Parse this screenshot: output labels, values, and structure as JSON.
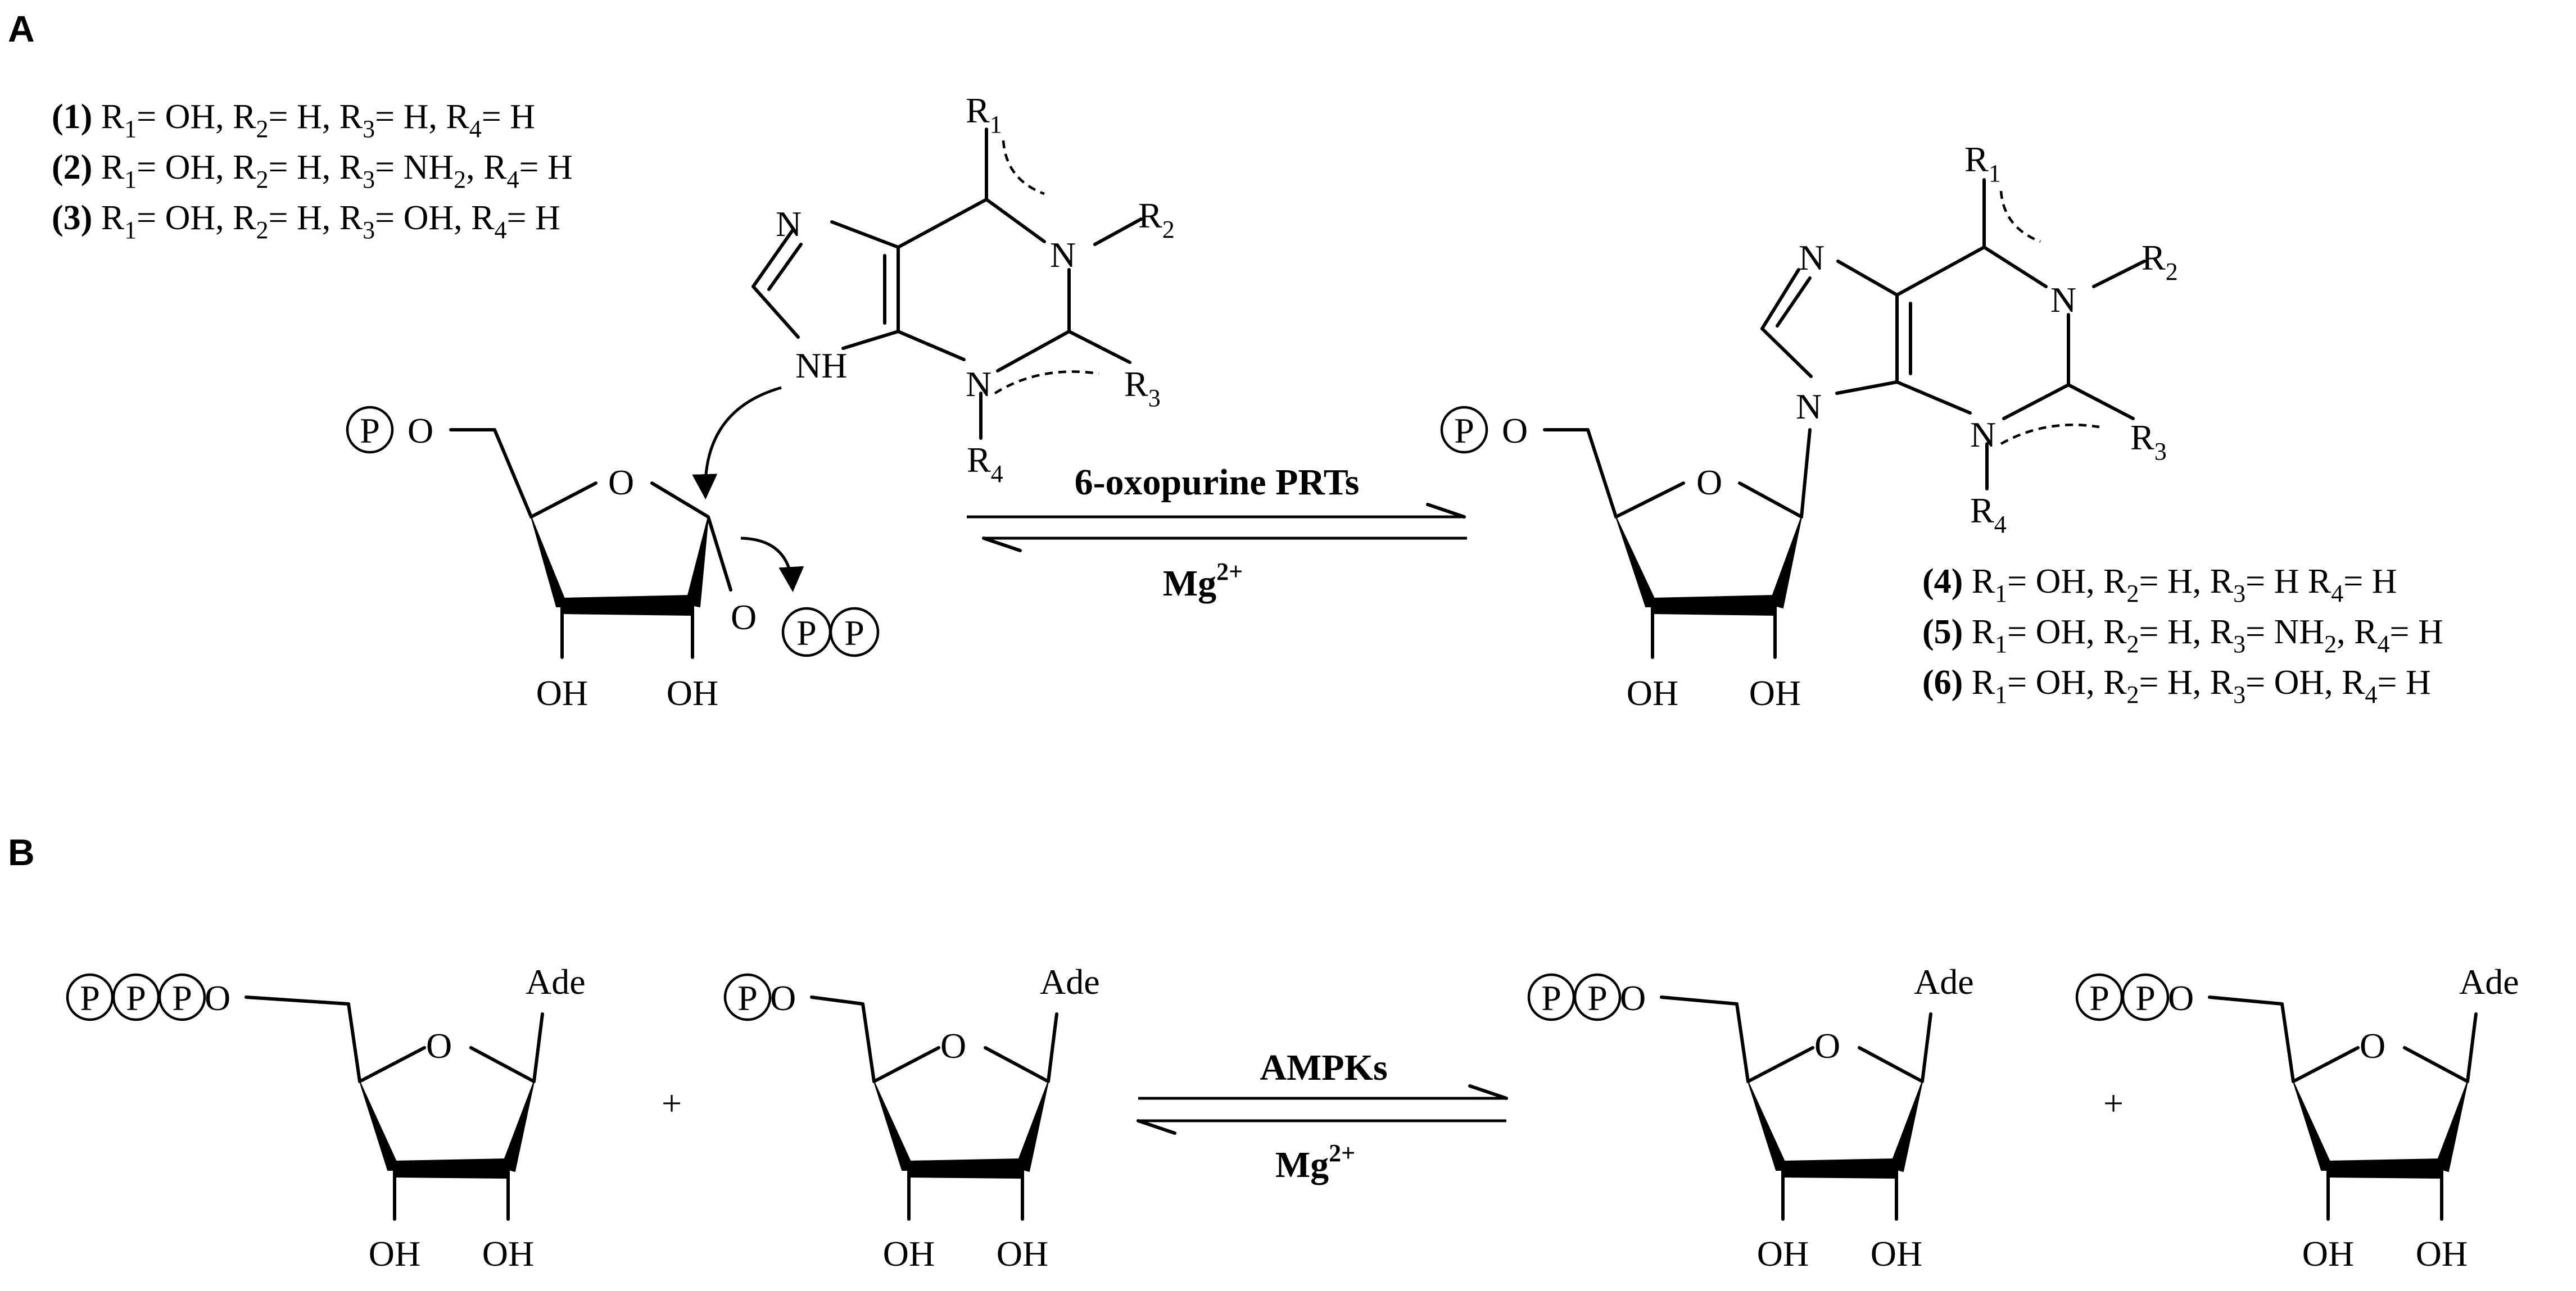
{
  "panels": {
    "a": {
      "label": "A"
    },
    "b": {
      "label": "B"
    }
  },
  "atoms": {
    "N": "N",
    "NH": "NH",
    "O": "O",
    "OH": "OH",
    "P": "P",
    "R": "R",
    "Ade": "Ade",
    "plus": "+"
  },
  "subscripts": {
    "s1": "1",
    "s2": "2",
    "s3": "3",
    "s4": "4"
  },
  "reaction_a": {
    "enzyme": "6-oxopurine PRTs",
    "cofactor": "Mg",
    "cofactor_charge": "2+"
  },
  "reaction_b": {
    "enzyme": "AMPKs",
    "cofactor": "Mg",
    "cofactor_charge": "2+"
  },
  "compounds_left": [
    {
      "num": "(1)",
      "r3": "H"
    },
    {
      "num": "(2)",
      "r3": "NH",
      "r3_sub": "2"
    },
    {
      "num": "(3)",
      "r3": "OH"
    }
  ],
  "compounds_right": [
    {
      "num": "(4)",
      "r3": "H"
    },
    {
      "num": "(5)",
      "r3": "NH",
      "r3_sub": "2"
    },
    {
      "num": "(6)",
      "r3": "OH"
    }
  ],
  "substituent_text": {
    "r1_value": "= OH, ",
    "r2_value": "= H, ",
    "r3_prefix": "= ",
    "r4_value": "= H",
    "comma": ", ",
    "space": " "
  }
}
